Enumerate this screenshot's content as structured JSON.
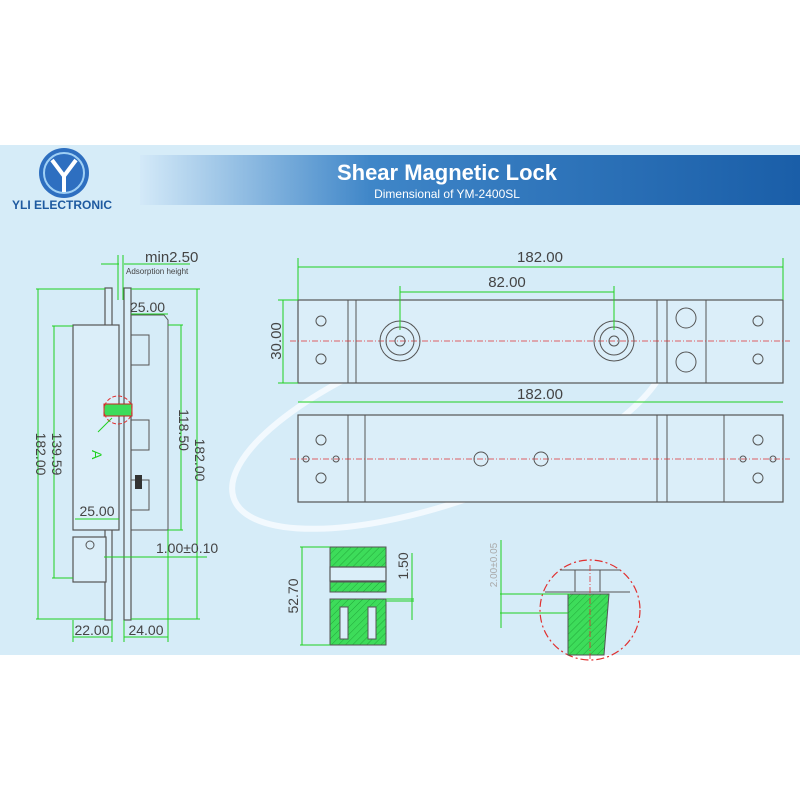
{
  "brand": {
    "name": "YLI ELECTRONIC",
    "logo_letter": "Y"
  },
  "banner": {
    "title": "Shear Magnetic Lock",
    "subtitle": "Dimensional of YM-2400SL"
  },
  "colors": {
    "background": "#d6ecf8",
    "banner_dark": "#1a5ea8",
    "dimension": "#1fd11f",
    "centerline": "#e03030",
    "section_fill": "#3ddc5a"
  },
  "side_view": {
    "gap_label": "min2.50",
    "gap_note": "Adsorption height",
    "dims": {
      "top_bracket": "25.00",
      "overall_left": "182.00",
      "body_height": "139.59",
      "plate_inner": "118.50",
      "overall_right": "182.00",
      "body_width": "25.00",
      "clearance": "1.00±0.10",
      "bottom_left": "22.00",
      "bottom_right": "24.00"
    },
    "detail_marker": "A"
  },
  "top_view": {
    "length": "182.00",
    "hole_spacing": "82.00",
    "width": "30.00"
  },
  "front_view": {
    "length": "182.00"
  },
  "section_view": {
    "height": "52.70",
    "gap": "1.50"
  },
  "detail_view": {
    "depth": "2.00±0.05"
  }
}
